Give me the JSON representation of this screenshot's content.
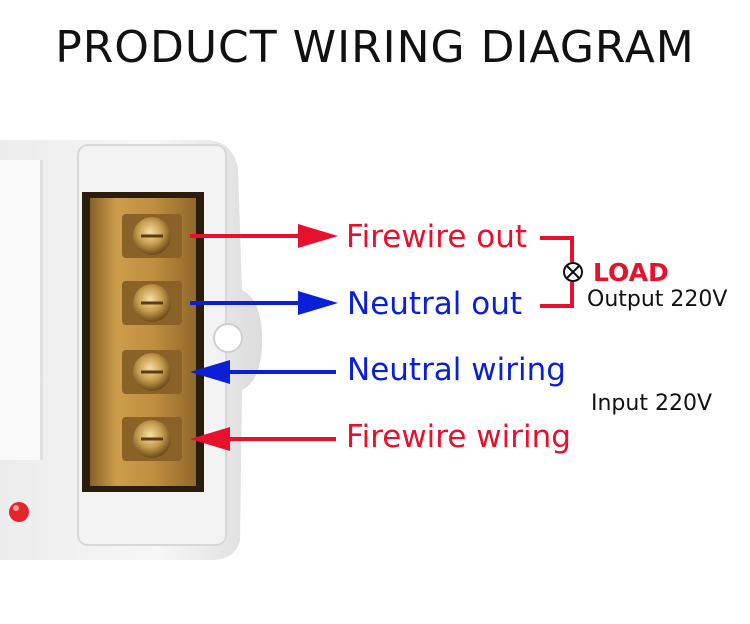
{
  "title": "PRODUCT WIRING DIAGRAM",
  "terminals": [
    {
      "label": "Firewire out",
      "direction": "out",
      "color": "#e8112d"
    },
    {
      "label": "Neutral out",
      "direction": "out",
      "color": "#0a1fd6"
    },
    {
      "label": "Neutral wiring",
      "direction": "in",
      "color": "#0a1fd6"
    },
    {
      "label": "Firewire wiring",
      "direction": "in",
      "color": "#e8112d"
    }
  ],
  "load": {
    "label": "LOAD",
    "output_label": "Output 220V",
    "icon": "lamp-symbol-icon"
  },
  "input_label": "Input  220V",
  "colors": {
    "live": "#e8112d",
    "neutral": "#0a1fd6",
    "terminal_block": "#b88a3c",
    "housing": "#f2f2f2"
  }
}
